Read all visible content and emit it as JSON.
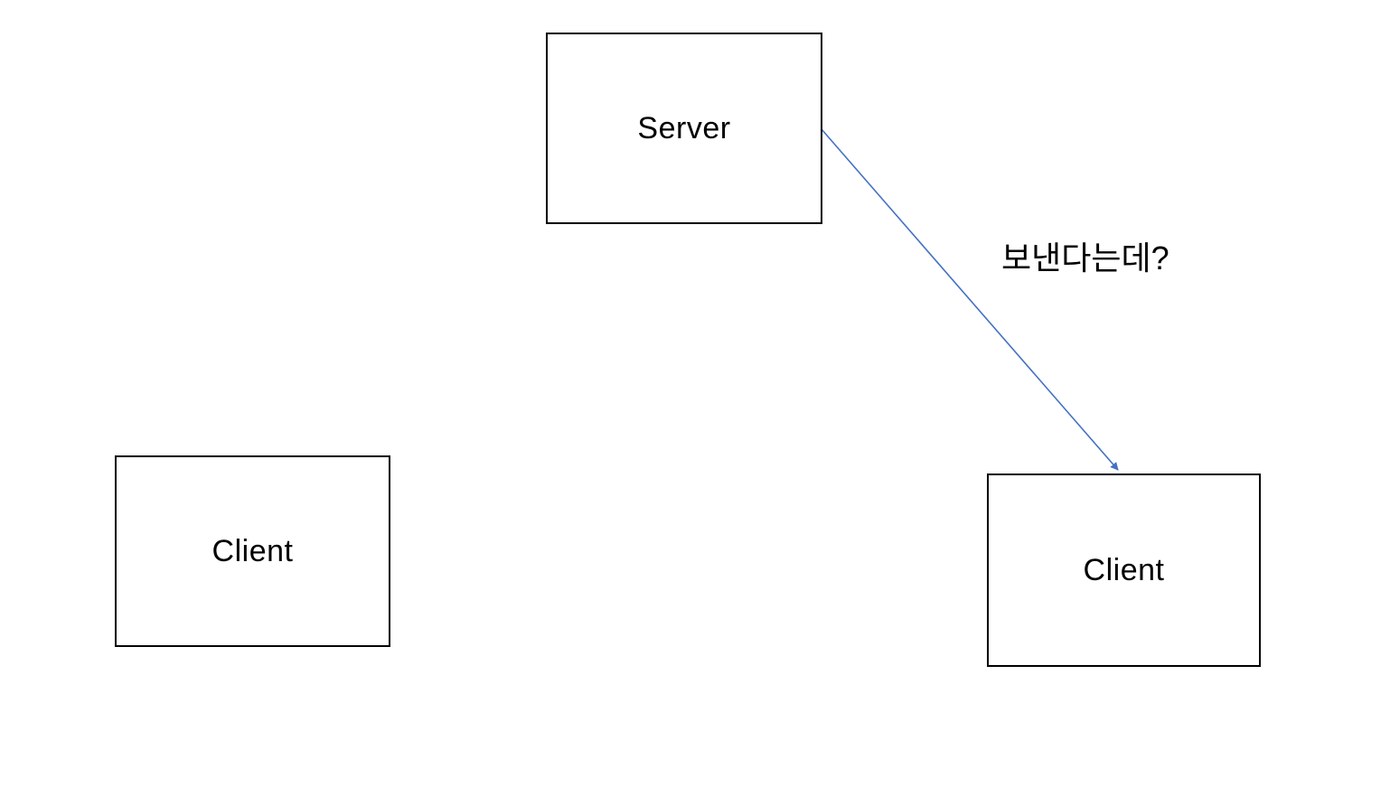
{
  "diagram": {
    "nodes": [
      {
        "id": "server",
        "label": "Server"
      },
      {
        "id": "client-left",
        "label": "Client"
      },
      {
        "id": "client-right",
        "label": "Client"
      }
    ],
    "edges": [
      {
        "from": "server",
        "to": "client-right",
        "label": "보낸다는데?",
        "color": "#4472C4"
      }
    ],
    "colors": {
      "background": "#FFFFFF",
      "box_border": "#000000",
      "box_fill": "#FFFFFF",
      "label_text": "#000000",
      "arrow": "#4472C4"
    }
  }
}
